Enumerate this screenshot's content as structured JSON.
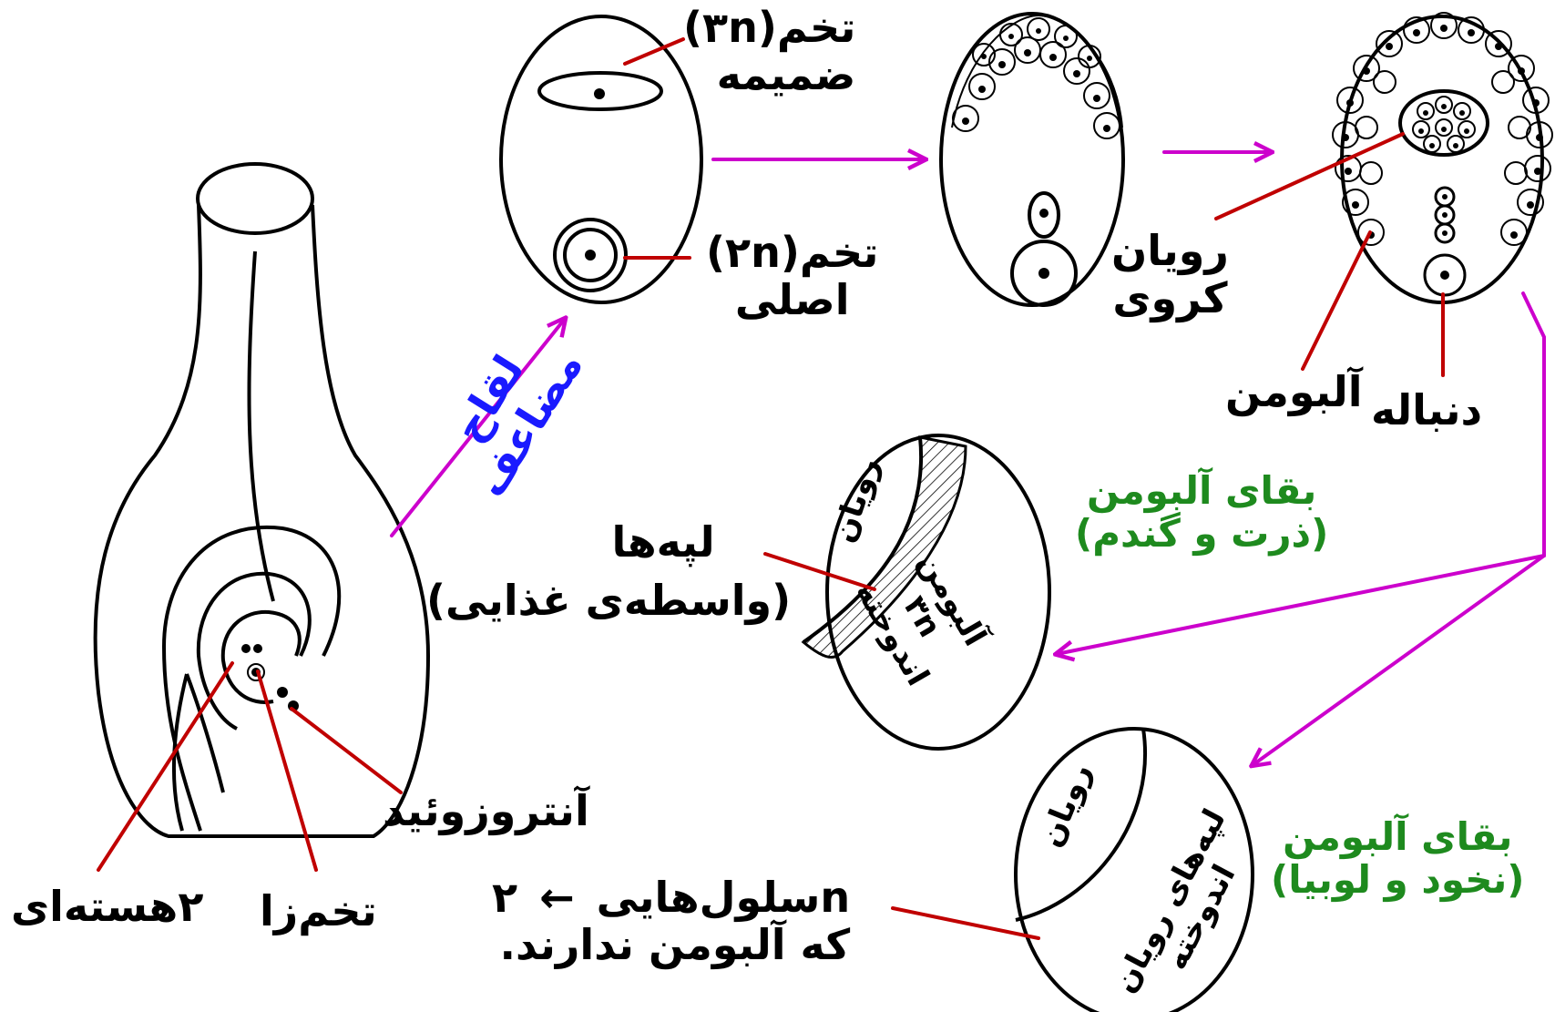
{
  "colors": {
    "stroke": "#000000",
    "pointer": "#c00000",
    "arrow": "#cc00cc",
    "green_label": "#1e8a1e",
    "blue_label": "#1a1aff"
  },
  "labels": {
    "triploid_egg_line1": "تخم(۳n)",
    "triploid_egg_line2": "ضمیمه",
    "diploid_egg_line1": "تخم(۲n)",
    "diploid_egg_line2": "اصلی",
    "double_fertilization_line1": "لقاح",
    "double_fertilization_line2": "مضاعف",
    "globular_embryo_line1": "رویان",
    "globular_embryo_line2": "کروی",
    "albumen": "آلبومن",
    "suspensor": "دنباله",
    "albumen_remains_corn_line1": "بقای آلبومن",
    "albumen_remains_corn_line2": "(ذرت و گندم)",
    "albumen_remains_bean_line1": "بقای آلبومن",
    "albumen_remains_bean_line2": "(نخود و لوبیا)",
    "cotyledons_line1": "لپه‌ها",
    "cotyledons_line2": "(واسطه‌ی غذایی)",
    "embryo_seed1": "رویان",
    "endosperm_seed1_line1": "آلبومن",
    "endosperm_seed1_line2": "۳n",
    "endosperm_seed1_line3": "اندوخته",
    "embryo_seed2": "رویان",
    "cotyledons_seed2_line1": "لپه‌های رویان",
    "cotyledons_seed2_line2": "اندوخته",
    "antherozoid": "آنتروزوئید",
    "zygote": "تخم‌زا",
    "binucleate": "۲هسته‌ای",
    "diploid_cells_2n": "۲n",
    "diploid_cells_arrow": "←",
    "diploid_cells_line1": "سلول‌هایی",
    "diploid_cells_line2": "که آلبومن ندارند."
  }
}
